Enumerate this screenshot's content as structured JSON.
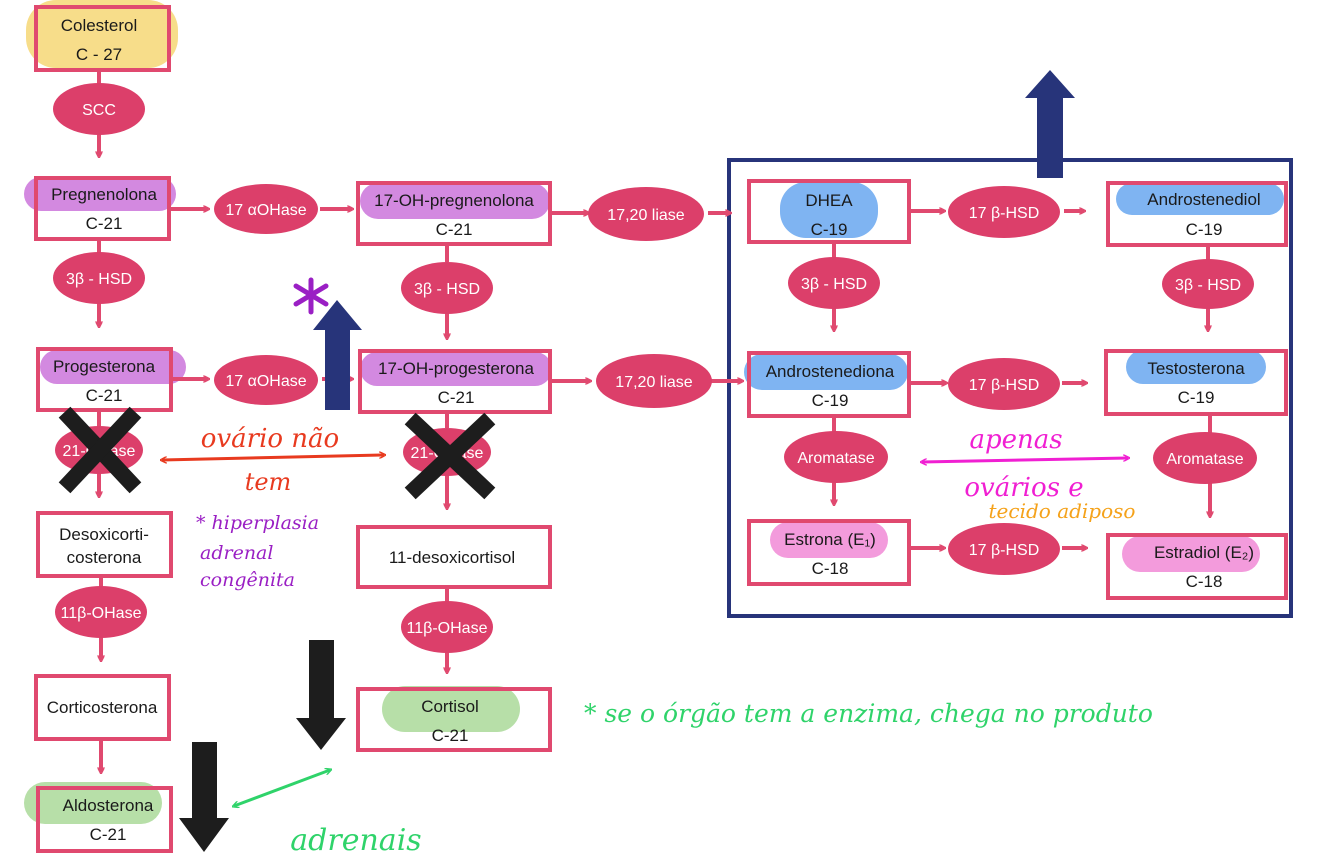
{
  "colors": {
    "box_border": "#e0496f",
    "enzyme_fill": "#dc3f6a",
    "enzyme_text": "#ffffff",
    "arrow": "#e0496f",
    "frame_border": "#27347a",
    "big_arrow_blue": "#27347a",
    "big_arrow_black": "#1d1d1d",
    "highlight_yellow": "#f7dd8a",
    "highlight_purple": "#d389e0",
    "highlight_blue": "#7fb4f2",
    "highlight_green": "#b7dfa8",
    "highlight_pink": "#f39bdc",
    "note_red": "#e83a1f",
    "note_purple": "#9a1fc4",
    "note_magenta": "#f01fd2",
    "note_orange": "#f5a21a",
    "note_green": "#2fd36a"
  },
  "compounds": {
    "colesterol": {
      "name": "Colesterol",
      "carbons": "C - 27"
    },
    "pregnenolona": {
      "name": "Pregnenolona",
      "carbons": "C-21"
    },
    "oh_pregnenolona": {
      "name": "17-OH-pregnenolona",
      "carbons": "C-21"
    },
    "progesterona": {
      "name": "Progesterona",
      "carbons": "C-21"
    },
    "oh_progesterona": {
      "name": "17-OH-progesterona",
      "carbons": "C-21"
    },
    "desoxicorticosterona": {
      "line1": "Desoxicorti-",
      "line2": "costerona"
    },
    "desoxicortisol": {
      "name": "11-desoxicortisol"
    },
    "corticosterona": {
      "name": "Corticosterona"
    },
    "cortisol": {
      "name": "Cortisol",
      "carbons": "C-21"
    },
    "aldosterona": {
      "name": "Aldosterona",
      "carbons": "C-21"
    },
    "dhea": {
      "name": "DHEA",
      "carbons": "C-19"
    },
    "androstenediol": {
      "name": "Androstenediol",
      "carbons": "C-19"
    },
    "androstenediona": {
      "name": "Androstenediona",
      "carbons": "C-19"
    },
    "testosterona": {
      "name": "Testosterona",
      "carbons": "C-19"
    },
    "estrona": {
      "name": "Estrona (E₁)",
      "carbons": "C-18"
    },
    "estradiol": {
      "name": "Estradiol (E₂)",
      "carbons": "C-18"
    }
  },
  "enzymes": {
    "scc": "SCC",
    "oh17_a": "17 αOHase",
    "oh17_b": "17 αOHase",
    "hsd3_a": "3β - HSD",
    "hsd3_b": "3β - HSD",
    "hsd3_c": "3β - HSD",
    "hsd3_d": "3β - HSD",
    "liase_a": "17,20 liase",
    "liase_b": "17,20 liase",
    "oh21_a": "21-OHase",
    "oh21_b": "21-OHase",
    "oh11_a": "11β-OHase",
    "oh11_b": "11β-OHase",
    "hsd17_a": "17 β-HSD",
    "hsd17_b": "17 β-HSD",
    "hsd17_c": "17 β-HSD",
    "aromatase_a": "Aromatase",
    "aromatase_b": "Aromatase"
  },
  "notes": {
    "ovario_line1": "ovário não",
    "ovario_line2": "tem",
    "hiperplasia_line1": "* hiperplasia",
    "hiperplasia_line2": "adrenal",
    "hiperplasia_line3": "congênita",
    "apenas": "apenas",
    "ovarios": "ovários e",
    "tecido": "tecido adiposo",
    "orgao": "* se o órgão tem a enzima, chega no produto",
    "adrenais": "adrenais"
  }
}
